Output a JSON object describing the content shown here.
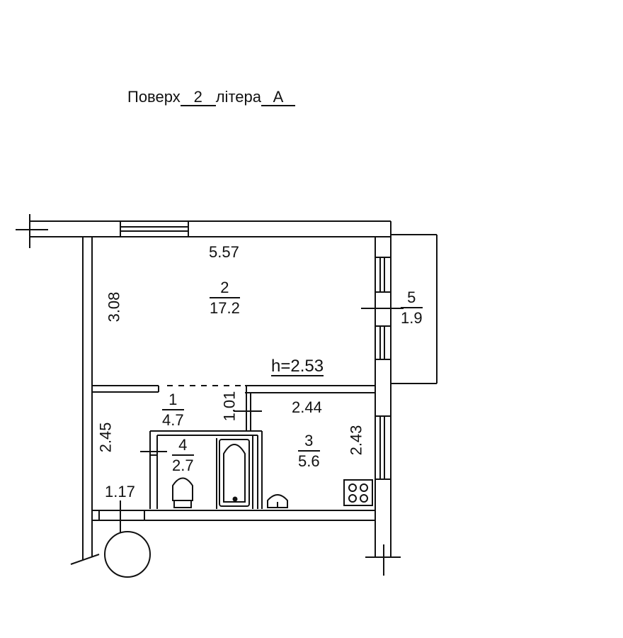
{
  "header": {
    "floor_prefix": "Поверх",
    "floor_number": "2",
    "letter_prefix": "літера",
    "letter_value": "А"
  },
  "rooms": [
    {
      "number": "1",
      "area": "4.7"
    },
    {
      "number": "2",
      "area": "17.2"
    },
    {
      "number": "3",
      "area": "5.6"
    },
    {
      "number": "4",
      "area": "2.7"
    },
    {
      "number": "5",
      "area": "1.9"
    }
  ],
  "dimensions": {
    "room2_width": "5.57",
    "room2_depth": "3.08",
    "corridor_depth": "2.45",
    "corridor_width": "1.17",
    "corridor_opening": "1.01",
    "kitchen_width": "2.44",
    "kitchen_depth": "2.43"
  },
  "ceiling_height": "h=2.53",
  "colors": {
    "line": "#111111",
    "background": "#ffffff"
  }
}
